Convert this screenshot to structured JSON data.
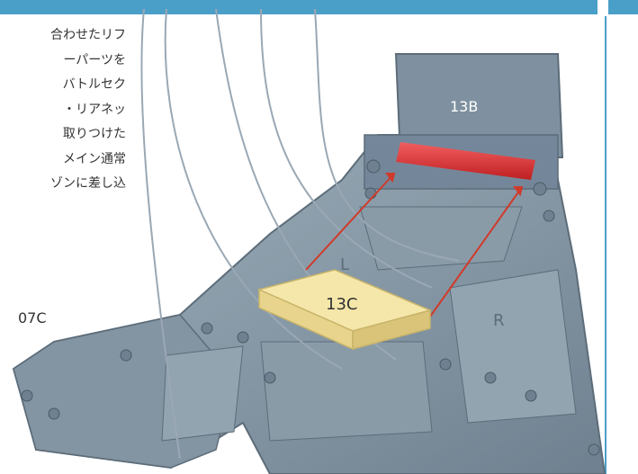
{
  "body_text": {
    "lines": [
      "合わせたリフ",
      "ーパーツを",
      "バトルセク",
      "・リアネッ",
      "取りつけた",
      "メイン通常",
      "ゾンに差し込"
    ]
  },
  "labels": {
    "part_07c": "07C",
    "part_13b": "13B",
    "part_13c": "13C",
    "left_marking": "L",
    "right_marking": "R"
  },
  "colors": {
    "accent": "#4a9fc8",
    "plastic": "#8a9ba8",
    "highlight_slot": "#e02020",
    "part_13c": "#f2e2a0",
    "arrow": "#d03a2a"
  }
}
